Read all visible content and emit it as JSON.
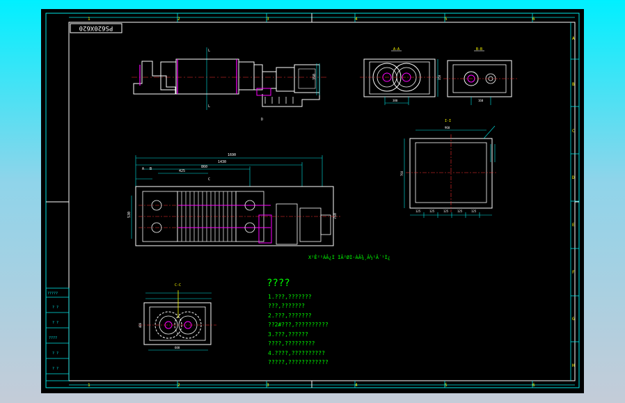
{
  "title_block_code": "PS620X620",
  "grid": {
    "columns": [
      "1",
      "2",
      "3",
      "4",
      "5",
      "6"
    ],
    "rows": [
      "A",
      "B",
      "C",
      "D",
      "E",
      "F",
      "G",
      "H"
    ]
  },
  "section_labels": {
    "view_a": "A-A",
    "view_b": "B-B",
    "view_c": "C-C",
    "view_d": "D"
  },
  "plan_caption": "X²Ê²¹ÀÂ¿Ì ÌÂ²ØÌ·ÀÂ¾¸Â½¹Â´¹Ì¿",
  "notes": {
    "heading": "????",
    "lines": [
      "1.???,???????",
      "  ???,???????",
      "2.???,???????",
      "  ??2#???,??????????",
      "3.???,??????",
      "  ????,?????????",
      "4.????,??????????",
      "  ?????,????????????"
    ]
  },
  "side_table": [
    "?????",
    "? ?",
    "? ?",
    "????",
    "? ?",
    "? ?"
  ]
}
